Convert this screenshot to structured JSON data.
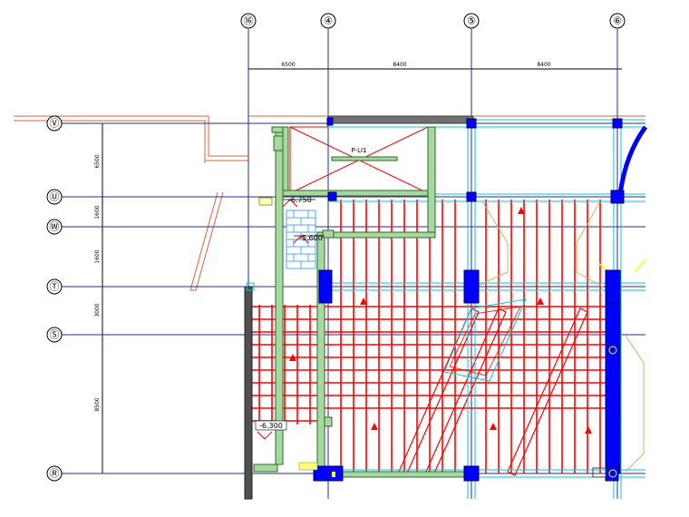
{
  "drawing": {
    "type": "structural-floor-plan",
    "colors": {
      "axis_line": "#2a2a8c",
      "axis_bubble": "#000000",
      "dimension_line": "#000000",
      "rebar": "#ff0000",
      "beam_outline": "#00c8d8",
      "wall_fill": "#a8d8a0",
      "wall_edge": "#2a6a2a",
      "column": "#0000ff",
      "column_edge": "#000060",
      "orange_outline": "#e06040",
      "tan_outline": "#d8b060",
      "yellow_mark": "#ffff00",
      "masonry": "#4fa8ff",
      "triangle_mark": "#ff0000"
    },
    "vertical_axes": [
      {
        "label": "⑯"
      },
      {
        "label": "④"
      },
      {
        "label": "⑤"
      },
      {
        "label": "⑥"
      }
    ],
    "horizontal_axes": [
      {
        "label": "Ⓥ"
      },
      {
        "label": "Ⓤ"
      },
      {
        "label": "Ⓦ"
      },
      {
        "label": "Ⓣ"
      },
      {
        "label": "Ⓢ"
      },
      {
        "label": "Ⓡ"
      }
    ],
    "top_dimensions": [
      "6500",
      "8400",
      "8400"
    ],
    "left_dimensions": [
      "6500",
      "1600",
      "1600",
      "3000",
      "8500"
    ],
    "annotations": {
      "lift_tag": "P-LI1",
      "elev_1": "-6.750",
      "elev_2": "-5.600",
      "elev_3": "-6.300"
    }
  }
}
